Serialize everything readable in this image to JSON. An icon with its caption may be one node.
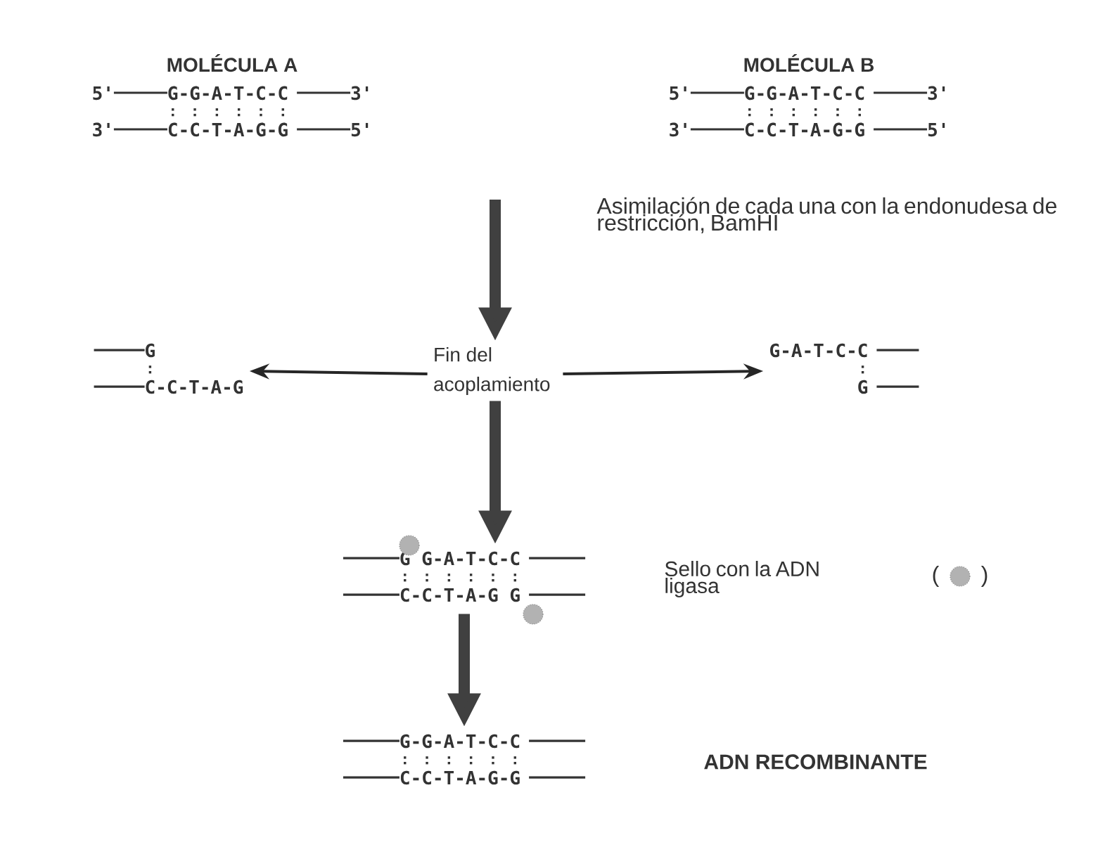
{
  "diagram": {
    "nodes": [
      {
        "text": [
          "MOLÉCULA A",
          "5'",
          "G-G-A-T-C-C",
          "3'",
          "3'",
          "C-C-T-A-G-G",
          "5'"
        ]
      },
      {
        "text": [
          "MOLÉCULA B",
          "5'",
          "G-G-A-T-C-C",
          "3'",
          "3'",
          "C-C-T-A-G-G",
          "5'"
        ]
      },
      {
        "text": [
          "Fin del acoplamiento"
        ]
      },
      {
        "text": [
          "G",
          "C-C-T-A-G"
        ]
      },
      {
        "text": [
          "G-A-T-C-C",
          "G"
        ]
      },
      {
        "text": [
          "G",
          "G-A-T-C-C",
          "C-C-T-A-G",
          "G"
        ]
      },
      {
        "text": [
          "G-G-A-T-C-C",
          "C-C-T-A-G-G"
        ]
      }
    ],
    "edges": [
      {
        "from": null,
        "to": 2,
        "arrow": "to"
      },
      {
        "from": 2,
        "to": 3,
        "arrow": "to"
      },
      {
        "from": 2,
        "to": 4,
        "arrow": "to"
      },
      {
        "from": 2,
        "to": 5,
        "arrow": "to"
      },
      {
        "from": 5,
        "to": 6,
        "arrow": "to"
      }
    ],
    "labels": [
      "Asimilación de cada una con la endonudesa de restricción, BamHI",
      "Sello con la ADN ligasa",
      "(",
      ")",
      "ADN RECOMBINANTE"
    ]
  }
}
